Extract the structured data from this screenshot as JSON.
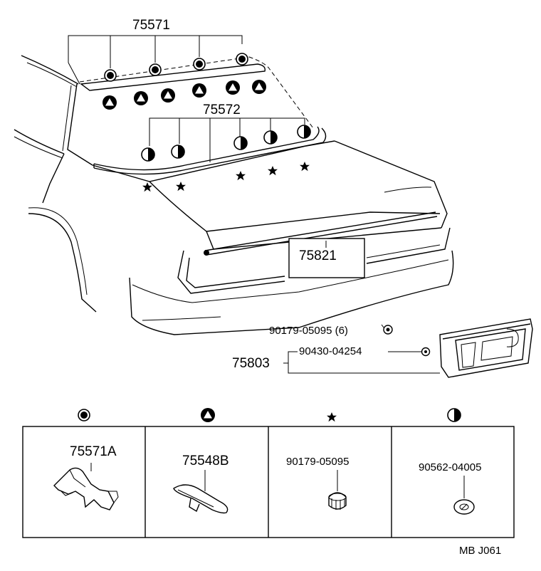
{
  "diagram": {
    "labels": {
      "part_75571": "75571",
      "part_75572": "75572",
      "part_75821": "75821",
      "part_90179_05095_qty": "90179-05095 (6)",
      "part_90430_04254": "90430-04254",
      "part_75803": "75803"
    },
    "legend": [
      {
        "symbol": "circle-dot-icon",
        "part": "75571A"
      },
      {
        "symbol": "triangle-circle-icon",
        "part": "75548B"
      },
      {
        "symbol": "star-icon",
        "part": "90179-05095"
      },
      {
        "symbol": "half-circle-icon",
        "part": "90562-04005"
      }
    ],
    "ref_code": "MB J061"
  }
}
